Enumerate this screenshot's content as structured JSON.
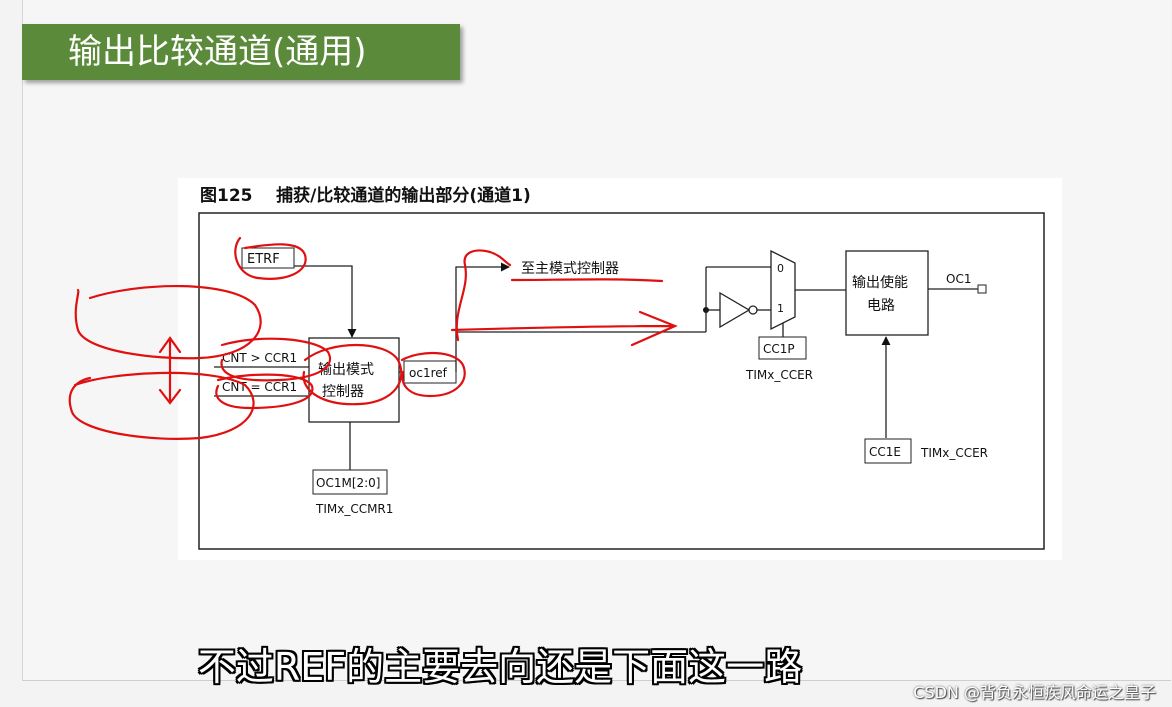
{
  "slide": {
    "title": "输出比较通道(通用)",
    "subtitle": "不过REF的主要去向还是下面这一路",
    "watermark": "CSDN @背负永恒疾风命运之皇子"
  },
  "figure": {
    "caption": "图125    捕获/比较通道的输出部分(通道1)",
    "labels": {
      "etrf": "ETRF",
      "cnt_gt": "CNT > CCR1",
      "cnt_eq": "CNT = CCR1",
      "mode_ctrl_1": "输出模式",
      "mode_ctrl_2": "控制器",
      "oc1ref": "oc1ref",
      "to_master": "至主模式控制器",
      "mux_0": "0",
      "mux_1": "1",
      "enable_1": "输出使能",
      "enable_2": "电路",
      "oc1": "OC1",
      "cc1p": "CC1P",
      "ccer1": "TIMx_CCER",
      "oc1m": "OC1M[2:0]",
      "ccmr1": "TIMx_CCMR1",
      "cc1e": "CC1E",
      "ccer2": "TIMx_CCER"
    }
  },
  "colors": {
    "title_bg": "#5a8a3a",
    "annotation": "#e01010"
  }
}
